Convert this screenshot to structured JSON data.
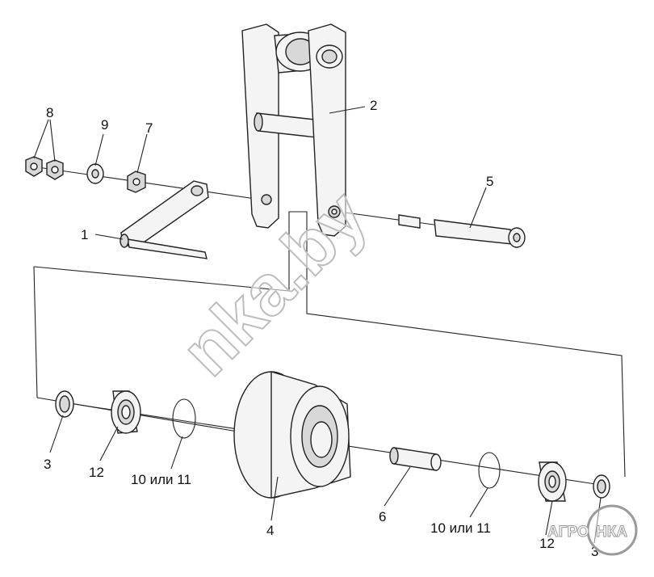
{
  "labels": {
    "p1": "1",
    "p2": "2",
    "p3_left": "3",
    "p3_right": "3",
    "p4": "4",
    "p5": "5",
    "p6": "6",
    "p7": "7",
    "p8": "8",
    "p9": "9",
    "p10_left": "10 или 11",
    "p10_right": "10 или 11",
    "p12_left": "12",
    "p12_right": "12"
  },
  "watermark": {
    "text": "nka.by"
  },
  "logo": {
    "left": "АГРО",
    "right": "НКА"
  }
}
